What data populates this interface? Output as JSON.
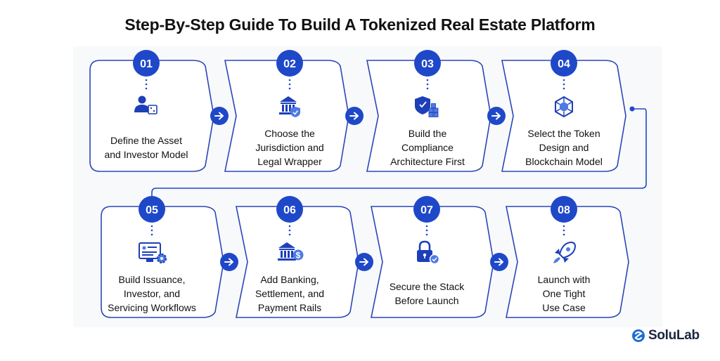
{
  "title": "Step-By-Step Guide To Build A Tokenized Real Estate Platform",
  "brand": {
    "name": "SoluLab",
    "accent": "#1f48c9",
    "border": "#2b46b8"
  },
  "steps": [
    {
      "number": "01",
      "lines": [
        "Define the Asset",
        "and Investor Model"
      ],
      "icon": "investor-cube-icon"
    },
    {
      "number": "02",
      "lines": [
        "Choose the",
        "Jurisdiction and",
        "Legal Wrapper"
      ],
      "icon": "bank-shield-icon"
    },
    {
      "number": "03",
      "lines": [
        "Build the",
        "Compliance",
        "Architecture First"
      ],
      "icon": "shield-blocks-icon"
    },
    {
      "number": "04",
      "lines": [
        "Select the Token",
        "Design and",
        "Blockchain Model"
      ],
      "icon": "blockchain-cube-icon"
    },
    {
      "number": "05",
      "lines": [
        "Build Issuance,",
        "Investor, and",
        "Servicing Workflows"
      ],
      "icon": "dashboard-gear-icon"
    },
    {
      "number": "06",
      "lines": [
        "Add Banking,",
        "Settlement, and",
        "Payment Rails"
      ],
      "icon": "bank-dollar-icon"
    },
    {
      "number": "07",
      "lines": [
        "Secure the Stack",
        "Before Launch"
      ],
      "icon": "lock-check-icon"
    },
    {
      "number": "08",
      "lines": [
        "Launch with",
        "One Tight",
        "Use Case"
      ],
      "icon": "rocket-icon"
    }
  ]
}
